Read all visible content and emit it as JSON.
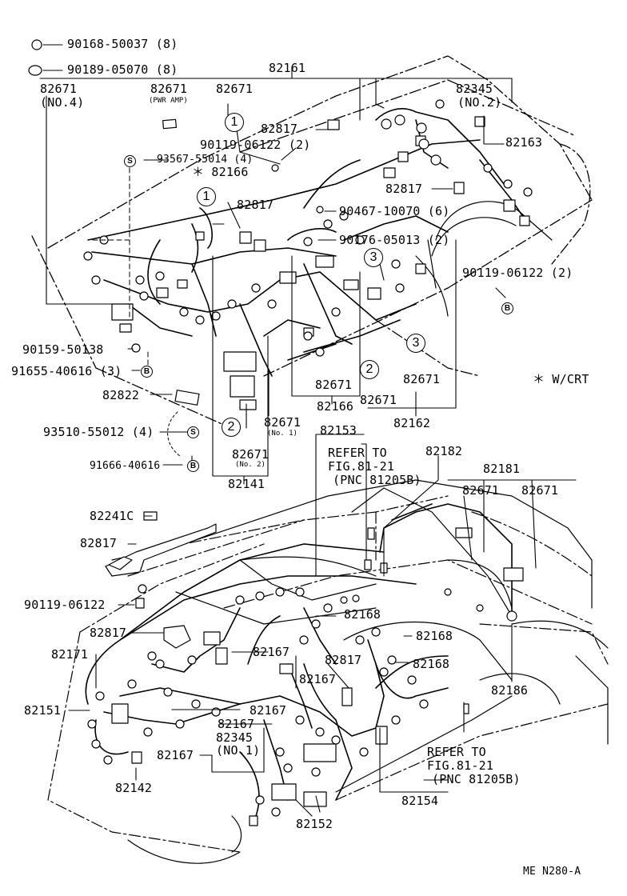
{
  "diagram": {
    "footer_code": "ME N280-A",
    "note": "＊ W/CRT",
    "callouts": {
      "c1": "1",
      "c2": "2",
      "c3": "3",
      "s": "S",
      "b": "B"
    },
    "labels": {
      "p90168": "90168-50037 (8)",
      "p90189": "90189-05070 (8)",
      "p82161": "82161",
      "p82671_no4_a": "82671",
      "p82671_no4_b": "(NO.4)",
      "p82671_pwr_a": "82671",
      "p82671_pwr_b": "(PWR AMP)",
      "p82671_top": "82671",
      "p82345_no2_a": "82345",
      "p82345_no2_b": "(NO.2)",
      "p82817_top": "82817",
      "p90119_a": "90119-06122 (2)",
      "p93567": "93567-55014 (4)",
      "p82166_top": "＊ 82166",
      "p82163": "82163",
      "p82817_mid": "82817",
      "p82817_right": "82817",
      "p90467": "90467-10070 (6)",
      "p90176": "90176-05013 (2)",
      "p90119_b": "90119-06122 (2)",
      "p90159": "90159-50138",
      "p91655": "91655-40616 (3)",
      "p82822": "82822",
      "p82671_c": "82671",
      "p82166_bottom": "82166",
      "p82671_d": "82671",
      "p82671_e": "82671",
      "p82162": "82162",
      "p93510": "93510-55012 (4)",
      "p82671_no1_a": "82671",
      "p82671_no1_b": "(No. 1)",
      "p82671_no2_a": "82671",
      "p82671_no2_b": "(No. 2)",
      "p91666": "91666-40616",
      "p82141": "82141",
      "p82153": "82153",
      "refer_top_1": "REFER TO",
      "refer_top_2": "FIG.81-21",
      "refer_top_3": "(PNC 81205B)",
      "p82182": "82182",
      "p82181": "82181",
      "p82671_f": "82671",
      "p82671_g": "82671",
      "p82241c": "82241C",
      "p82817_b1": "82817",
      "p90119_c": "90119-06122",
      "p82168_a": "82168",
      "p82817_b2": "82817",
      "p82168_b": "82168",
      "p82171": "82171",
      "p82167_a": "82167",
      "p82817_b3": "82817",
      "p82168_c": "82168",
      "p82167_b": "82167",
      "p82151": "82151",
      "p82167_c": "82167",
      "p82167_d": "82167",
      "p82345_no1_a": "82345",
      "p82345_no1_b": "(NO.1)",
      "p82186": "82186",
      "p82167_e": "82167",
      "refer_bot_1": "REFER TO",
      "refer_bot_2": "FIG.81-21",
      "refer_bot_3": "(PNC 81205B)",
      "p82142": "82142",
      "p82154": "82154",
      "p82152": "82152"
    }
  }
}
